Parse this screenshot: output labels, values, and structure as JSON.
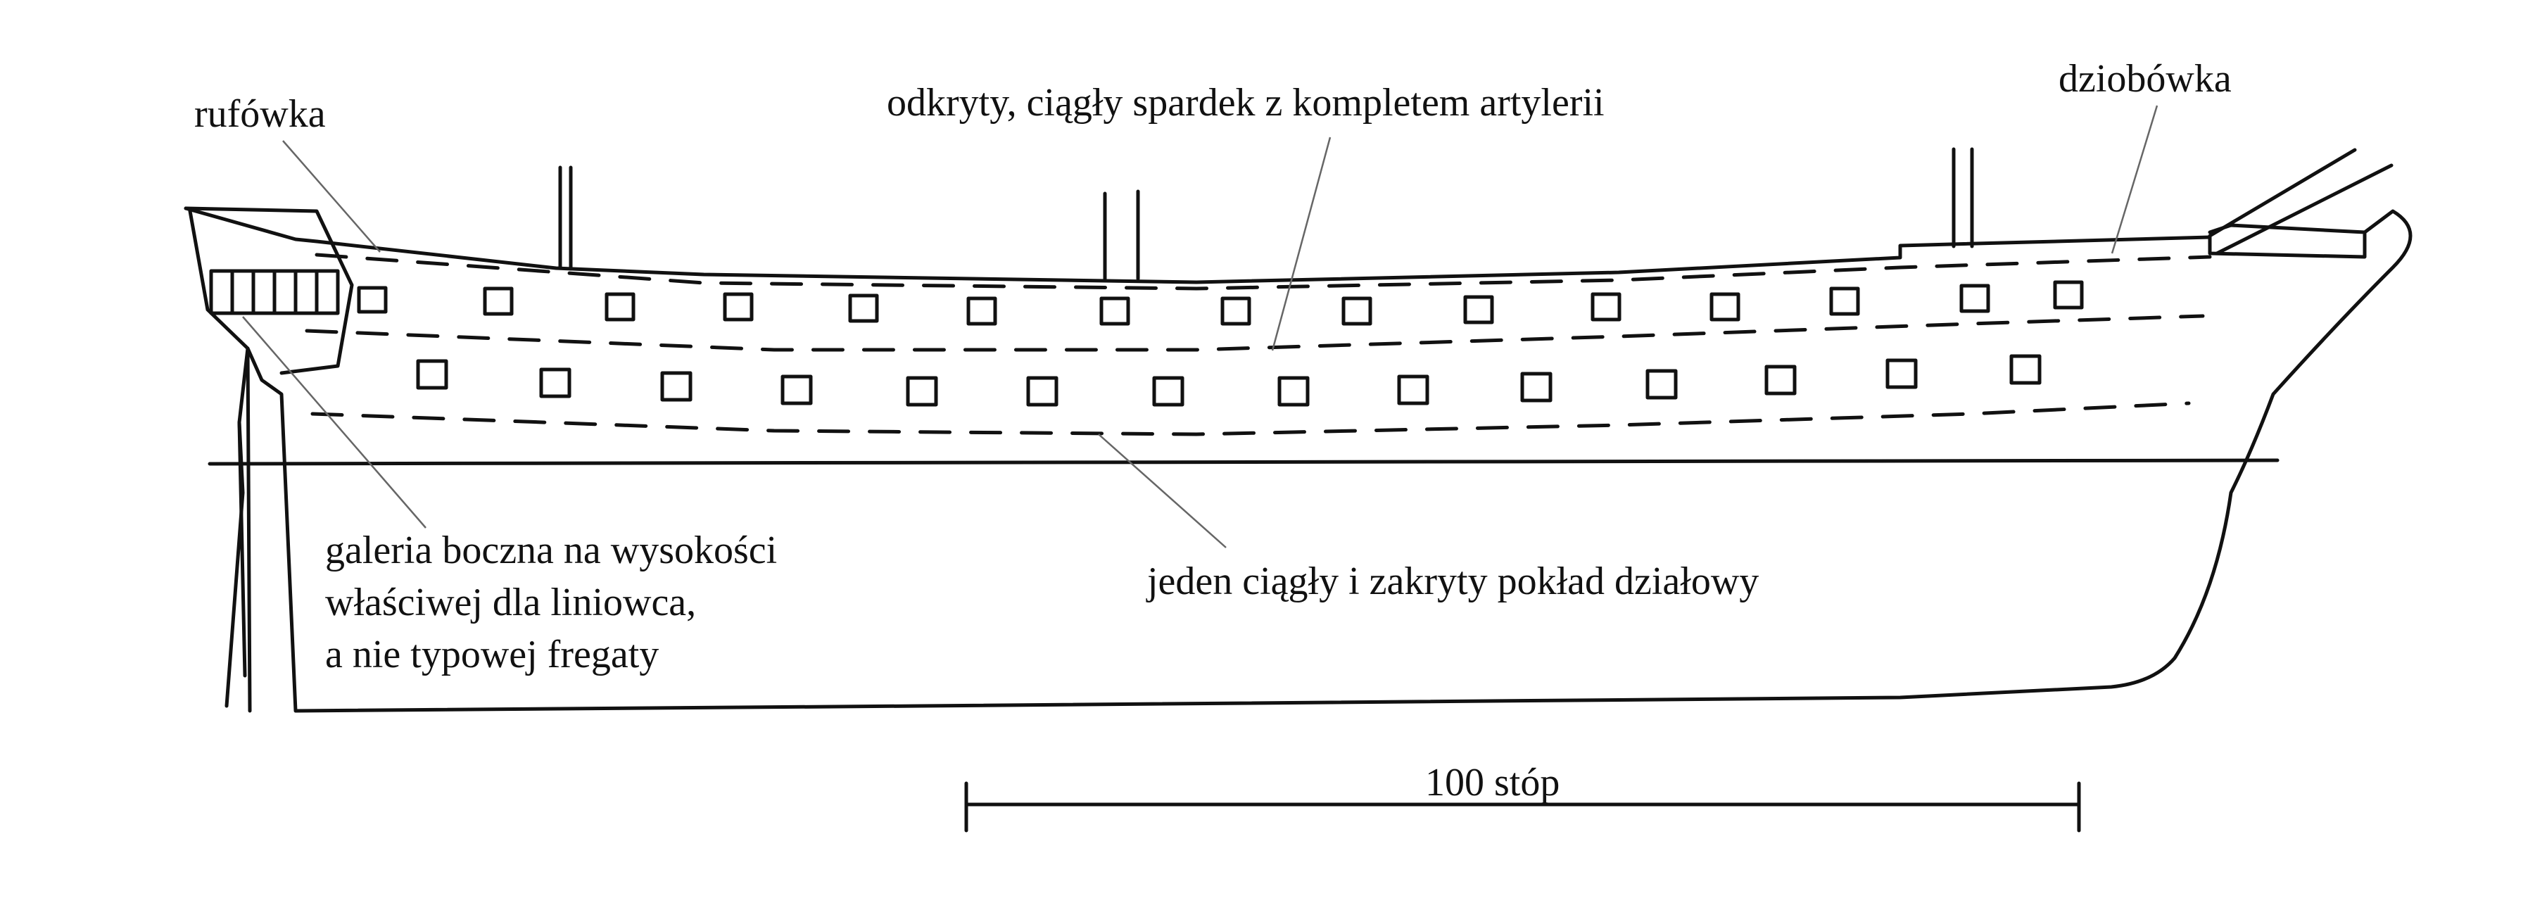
{
  "labels": {
    "stern": "rufówka",
    "spardeck": "odkryty, ciągły spardek z kompletem artylerii",
    "forecastle": "dziobówka",
    "gallery_line1": "galeria boczna na wysokości",
    "gallery_line2": "właściwej dla liniowca,",
    "gallery_line3": "a nie typowej fregaty",
    "gundeck": "jeden ciągły i zakryty pokład działowy"
  },
  "scale_bar": {
    "label": "100 stóp"
  },
  "colors": {
    "ink": "#111111",
    "leader": "#666666",
    "paper": "#ffffff"
  }
}
